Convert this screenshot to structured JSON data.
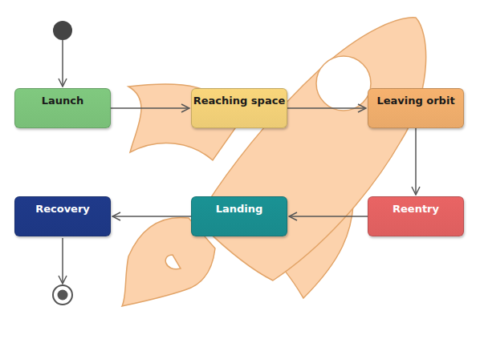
{
  "diagram": {
    "nodes": [
      {
        "text": [
          "Launch"
        ]
      },
      {
        "text": [
          "Reaching space"
        ]
      },
      {
        "text": [
          "Leaving orbit"
        ]
      },
      {
        "text": [
          "Reentry"
        ]
      },
      {
        "text": [
          "Landing"
        ]
      },
      {
        "text": [
          "Recovery"
        ]
      }
    ],
    "edges": [
      {
        "from": 0,
        "to": 1,
        "arrow": "to"
      },
      {
        "from": 1,
        "to": 2,
        "arrow": "to"
      },
      {
        "from": 2,
        "to": 3,
        "arrow": "to"
      },
      {
        "from": 3,
        "to": 4,
        "arrow": "to"
      },
      {
        "from": 4,
        "to": 5,
        "arrow": "to"
      }
    ]
  }
}
